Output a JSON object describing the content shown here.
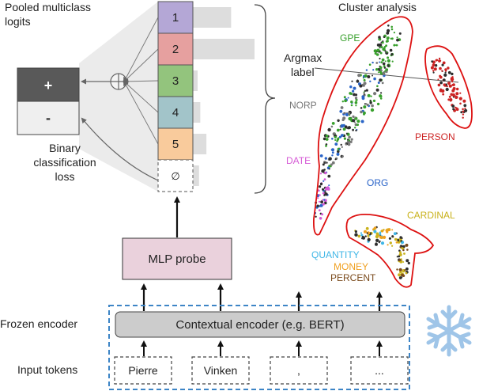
{
  "pooled_logits_label": [
    "Pooled multiclass",
    "logits"
  ],
  "binary": {
    "plus": "+",
    "minus": "-",
    "loss_label": [
      "Binary",
      "classification",
      "loss"
    ]
  },
  "classes": [
    {
      "label": "1",
      "color": "#b4a7d6",
      "score": 0.62
    },
    {
      "label": "2",
      "color": "#e6a09f",
      "score": 1.0
    },
    {
      "label": "3",
      "color": "#93c47d",
      "score": 0.03
    },
    {
      "label": "4",
      "color": "#a2c4c9",
      "score": 0.12
    },
    {
      "label": "5",
      "color": "#f9cb9c",
      "score": 0.22
    },
    {
      "label": "∅",
      "color": "#ffffff",
      "score": 0.1
    }
  ],
  "argmax_label": [
    "Argmax",
    "label"
  ],
  "cluster_title": "Cluster analysis",
  "entity_labels": [
    {
      "text": "GPE",
      "color": "#38a02c"
    },
    {
      "text": "NORP",
      "color": "#777777"
    },
    {
      "text": "PERSON",
      "color": "#cc2222"
    },
    {
      "text": "DATE",
      "color": "#d65bd6"
    },
    {
      "text": "ORG",
      "color": "#2a64c8"
    },
    {
      "text": "CARDINAL",
      "color": "#c9b21c"
    },
    {
      "text": "QUANTITY",
      "color": "#3fb6e6"
    },
    {
      "text": "MONEY",
      "color": "#f0a020"
    },
    {
      "text": "PERCENT",
      "color": "#7a4a1c"
    }
  ],
  "mlp_probe": "MLP probe",
  "encoder_label": "Contextual encoder (e.g. BERT)",
  "frozen_label": "Frozen encoder",
  "input_label": "Input tokens",
  "tokens": [
    "Pierre",
    "Vinken",
    ",",
    "..."
  ],
  "colors": {
    "plus_box": "#595959",
    "minus_box": "#efefef",
    "mlp_box": "#ead1dc",
    "encoder_box": "#cccccc",
    "frozen_border": "#3d85c6",
    "cluster_outline": "#dd1111",
    "snowflake": "#9fc5e8"
  }
}
